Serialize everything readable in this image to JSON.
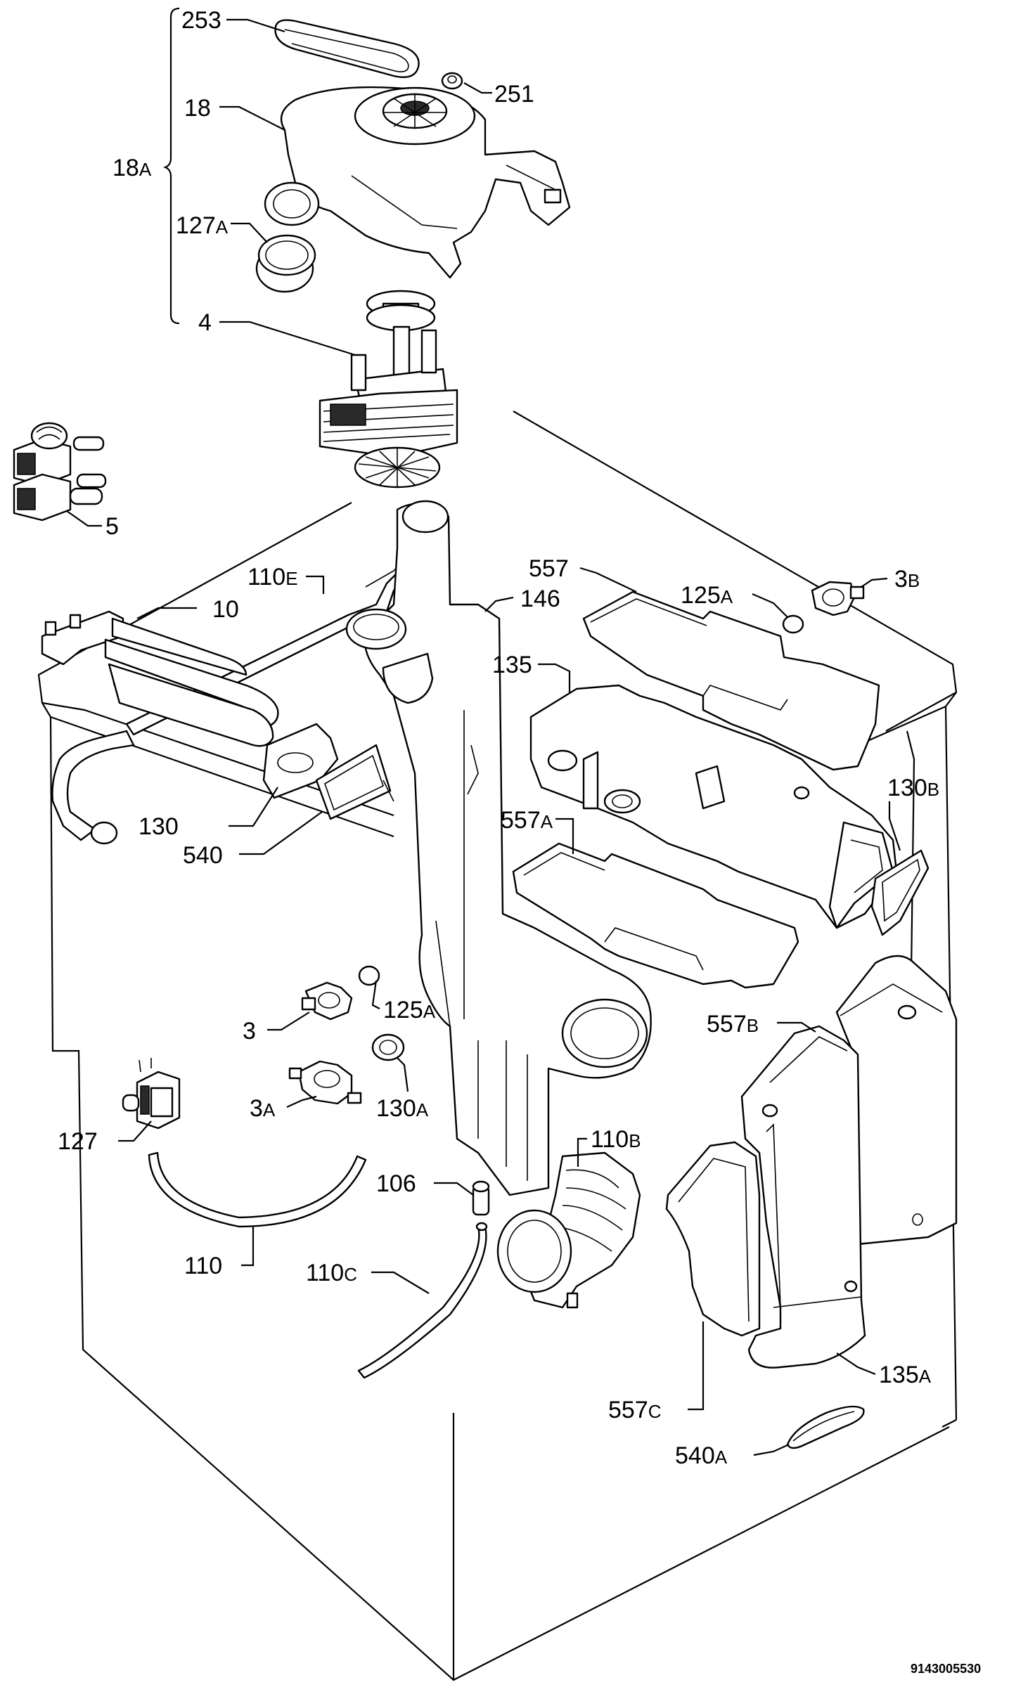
{
  "diagram": {
    "document_number": "9143005530",
    "callouts": [
      {
        "id": "253",
        "number": "253",
        "suffix": ""
      },
      {
        "id": "251",
        "number": "251",
        "suffix": ""
      },
      {
        "id": "18",
        "number": "18",
        "suffix": ""
      },
      {
        "id": "18A",
        "number": "18",
        "suffix": "A"
      },
      {
        "id": "127A",
        "number": "127",
        "suffix": "A"
      },
      {
        "id": "4",
        "number": "4",
        "suffix": ""
      },
      {
        "id": "5",
        "number": "5",
        "suffix": ""
      },
      {
        "id": "110E",
        "number": "110",
        "suffix": "E"
      },
      {
        "id": "10",
        "number": "10",
        "suffix": ""
      },
      {
        "id": "557",
        "number": "557",
        "suffix": ""
      },
      {
        "id": "146",
        "number": "146",
        "suffix": ""
      },
      {
        "id": "125A_top",
        "number": "125",
        "suffix": "A"
      },
      {
        "id": "3B",
        "number": "3",
        "suffix": "B"
      },
      {
        "id": "135",
        "number": "135",
        "suffix": ""
      },
      {
        "id": "130",
        "number": "130",
        "suffix": ""
      },
      {
        "id": "540",
        "number": "540",
        "suffix": ""
      },
      {
        "id": "557A",
        "number": "557",
        "suffix": "A"
      },
      {
        "id": "130B",
        "number": "130",
        "suffix": "B"
      },
      {
        "id": "125A",
        "number": "125",
        "suffix": "A"
      },
      {
        "id": "3",
        "number": "3",
        "suffix": ""
      },
      {
        "id": "557B",
        "number": "557",
        "suffix": "B"
      },
      {
        "id": "3A",
        "number": "3",
        "suffix": "A"
      },
      {
        "id": "130A",
        "number": "130",
        "suffix": "A"
      },
      {
        "id": "127",
        "number": "127",
        "suffix": ""
      },
      {
        "id": "110B",
        "number": "110",
        "suffix": "B"
      },
      {
        "id": "106",
        "number": "106",
        "suffix": ""
      },
      {
        "id": "110",
        "number": "110",
        "suffix": ""
      },
      {
        "id": "110C",
        "number": "110",
        "suffix": "C"
      },
      {
        "id": "135A",
        "number": "135",
        "suffix": "A"
      },
      {
        "id": "557C",
        "number": "557",
        "suffix": "C"
      },
      {
        "id": "540A",
        "number": "540",
        "suffix": "A"
      }
    ]
  }
}
